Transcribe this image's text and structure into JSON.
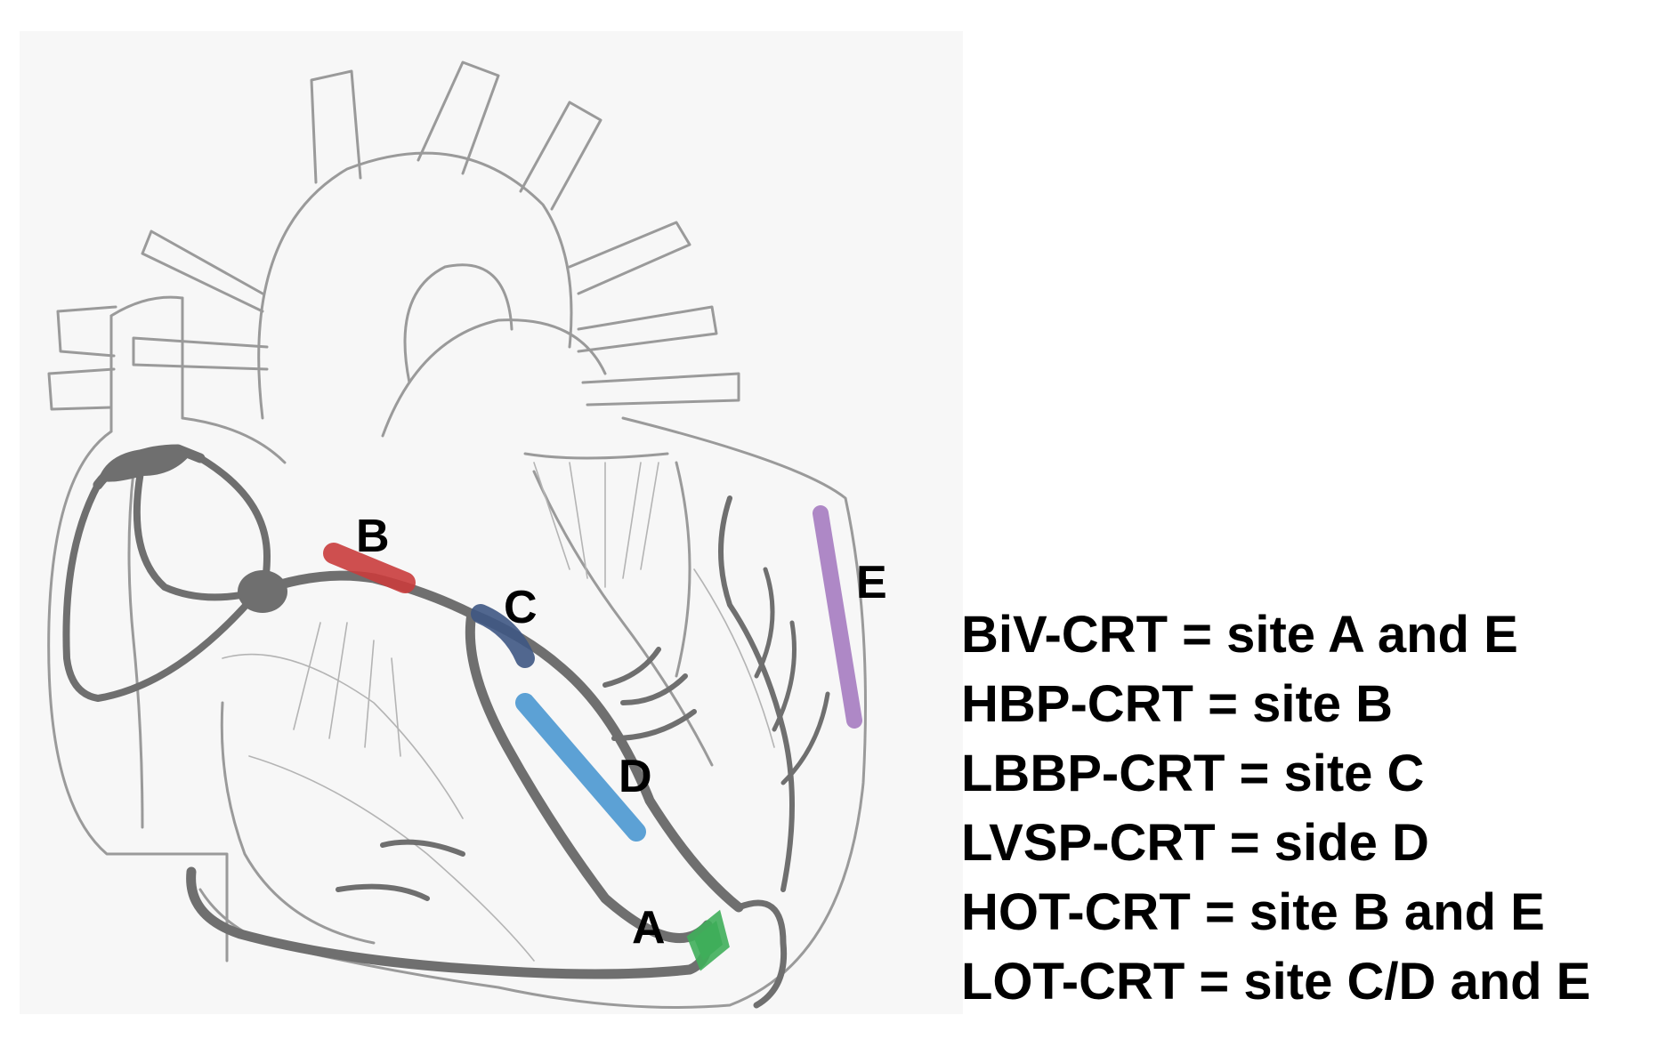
{
  "diagram": {
    "site_labels": {
      "A": "A",
      "B": "B",
      "C": "C",
      "D": "D",
      "E": "E"
    },
    "site_colors": {
      "A": "#3fae5a",
      "B": "#c93c3c",
      "C": "#3e5683",
      "D": "#4a97d0",
      "E": "#a57bc0"
    },
    "conduction_color": "#6f6f6f",
    "outline_color": "#9a9a9a",
    "background_color": "#f7f7f7"
  },
  "legend": [
    "BiV-CRT = site A and E",
    "HBP-CRT = site B",
    "LBBP-CRT = site C",
    "LVSP-CRT = side D",
    "HOT-CRT = site B and E",
    "LOT-CRT = site C/D and E"
  ]
}
